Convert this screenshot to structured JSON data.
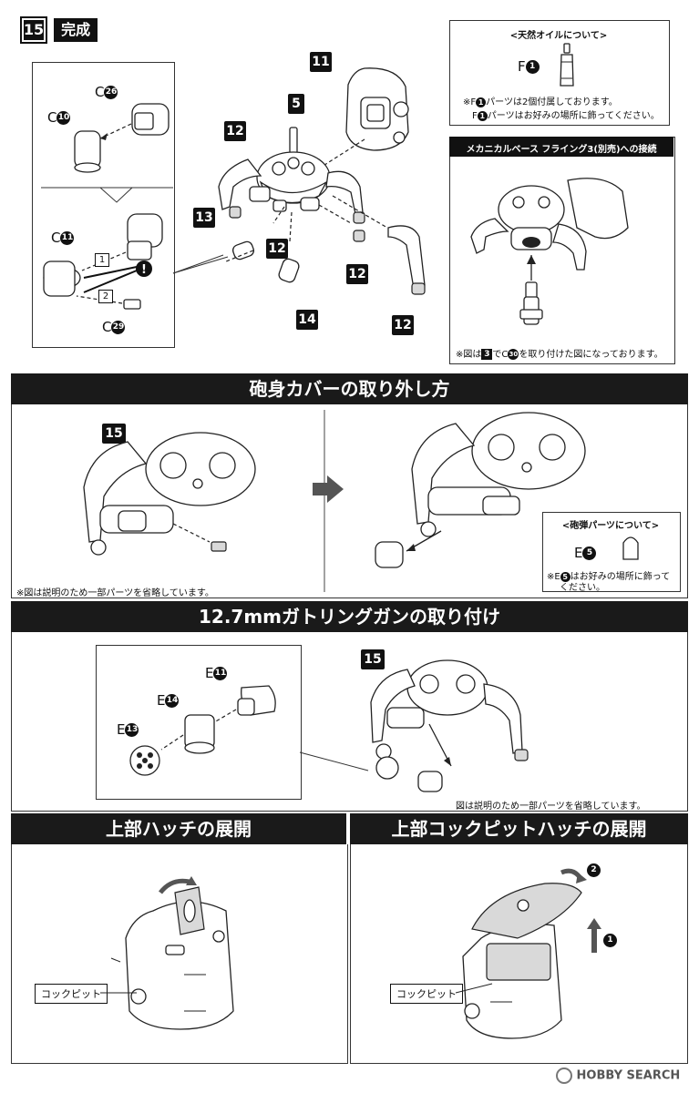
{
  "step": {
    "number": "15",
    "title": "完成"
  },
  "main_parts": {
    "c26": {
      "letter": "C",
      "num": "26"
    },
    "c10": {
      "letter": "C",
      "num": "10"
    },
    "c11": {
      "letter": "C",
      "num": "11"
    },
    "c29": {
      "letter": "C",
      "num": "29"
    },
    "step1": "1",
    "step2": "2",
    "warn": "!",
    "sub11": "11",
    "sub5": "5",
    "sub12a": "12",
    "sub13": "13",
    "sub12b": "12",
    "sub12c": "12",
    "sub14": "14",
    "sub12d": "12"
  },
  "oil_box": {
    "heading": "<天然オイルについて>",
    "part_letter": "F",
    "part_num": "1",
    "note1_a": "※F",
    "note1_b": "パーツは2個付属しております。",
    "note2_a": "F",
    "note2_b": "パーツはお好みの場所に飾ってください。"
  },
  "base_box": {
    "heading": "メカニカルベース フライング3(別売)への接続",
    "note_a": "※図は",
    "note_num1": "3",
    "note_b": "でC",
    "note_num2": "30",
    "note_c": "を取り付けた図になっております。"
  },
  "section2": {
    "title": "砲身カバーの取り外し方",
    "sub15": "15",
    "note": "※図は説明のため一部パーツを省略しています。",
    "shell_heading": "<砲弾パーツについて>",
    "shell_letter": "E",
    "shell_num": "5",
    "shell_note_a": "※E",
    "shell_note_b": "はお好みの場所に飾って",
    "shell_note_c": "ください。"
  },
  "section3": {
    "title": "12.7mmガトリングガンの取り付け",
    "e11": {
      "letter": "E",
      "num": "11"
    },
    "e14": {
      "letter": "E",
      "num": "14"
    },
    "e13": {
      "letter": "E",
      "num": "13"
    },
    "sub15": "15",
    "note": "図は説明のため一部パーツを省略しています。"
  },
  "section4": {
    "title": "上部ハッチの展開",
    "label": "コックピット"
  },
  "section5": {
    "title": "上部コックピットハッチの展開",
    "label": "コックピット",
    "arrow1": "1",
    "arrow2": "2"
  },
  "watermark": "HOBBY SEARCH"
}
